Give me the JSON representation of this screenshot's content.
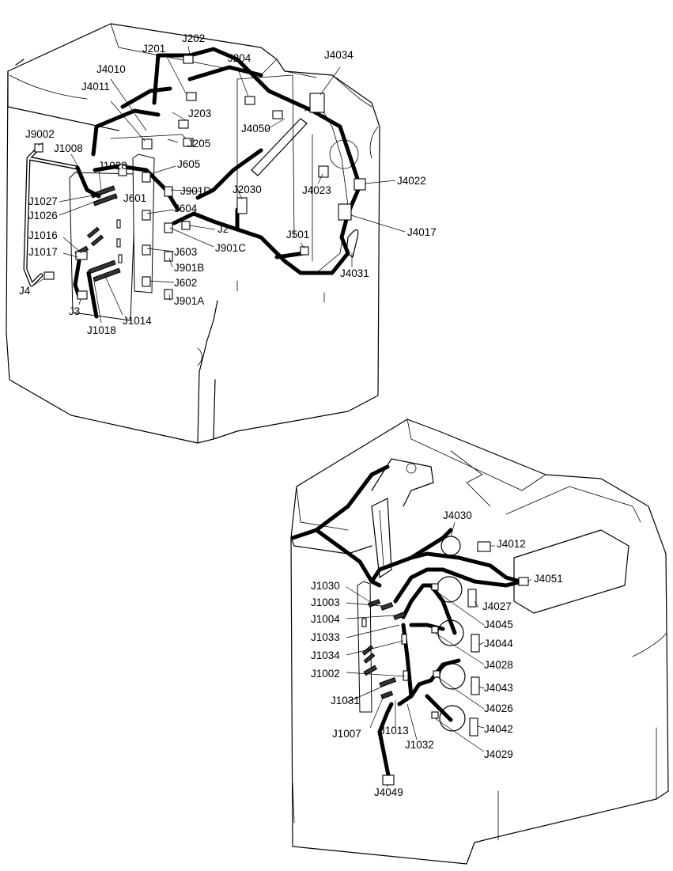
{
  "labels": {
    "J202": "J202",
    "J201": "J201",
    "J204": "J204",
    "J4034": "J4034",
    "J4010": "J4010",
    "J4011": "J4011",
    "J203": "J203",
    "J4050": "J4050",
    "J9002": "J9002",
    "J205": "J205",
    "J1008": "J1008",
    "J1028": "J1028",
    "J605": "J605",
    "J901D": "J901D",
    "J2030": "J2030",
    "J4023": "J4023",
    "J4022": "J4022",
    "J1027": "J1027",
    "J601": "J601",
    "J1026": "J1026",
    "J604": "J604",
    "J2": "J2",
    "J4017": "J4017",
    "J1016": "J1016",
    "J501": "J501",
    "J1017": "J1017",
    "J603": "J603",
    "J901C": "J901C",
    "J901B": "J901B",
    "J4031": "J4031",
    "J602": "J602",
    "J4": "J4",
    "J901A": "J901A",
    "J3": "J3",
    "J1014": "J1014",
    "J1018": "J1018",
    "J4030": "J4030",
    "J4012": "J4012",
    "J4051": "J4051",
    "J1030": "J1030",
    "J4027": "J4027",
    "J1003": "J1003",
    "J1004": "J1004",
    "J4045": "J4045",
    "J1033": "J1033",
    "J4044": "J4044",
    "J1034": "J1034",
    "J4028": "J4028",
    "J1002": "J1002",
    "J4043": "J4043",
    "J1031": "J1031",
    "J4026": "J4026",
    "J4042": "J4042",
    "J1007": "J1007",
    "J1013": "J1013",
    "J1032": "J1032",
    "J4029": "J4029",
    "J4049": "J4049"
  }
}
